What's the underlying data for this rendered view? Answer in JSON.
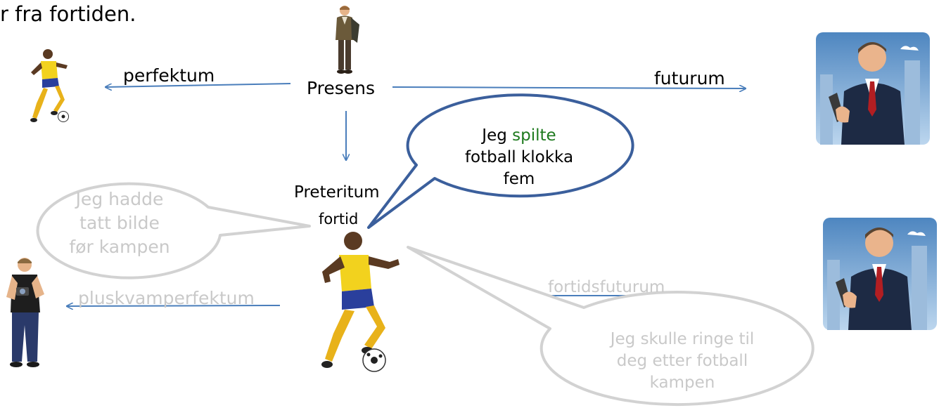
{
  "header_fragment": "r fra fortiden.",
  "labels": {
    "perfektum": "perfektum",
    "presens": "Presens",
    "futurum": "futurum",
    "preteritum": "Preteritum",
    "fortid": "fortid",
    "pluskvamperfektum": "pluskvamperfektum",
    "fortidsfuturum": "fortidsfuturum"
  },
  "bubbles": {
    "preteritum": {
      "pre": "Jeg ",
      "verb": "spilte",
      "line2": "fotball klokka",
      "line3": "fem"
    },
    "pluskvam": {
      "line1": "Jeg hadde",
      "line2": "tatt bilde",
      "line3": "før kampen"
    },
    "fortidsfut": {
      "line1": "Jeg skulle ringe til",
      "line2": "deg etter fotball",
      "line3": "kampen"
    }
  },
  "colors": {
    "arrow": "#4a7ebb",
    "bubble_border": "#3b5f9c",
    "verb_green": "#1e7a1e",
    "dim_text": "#c9c9c9",
    "dim_border": "#d2d2d2"
  }
}
